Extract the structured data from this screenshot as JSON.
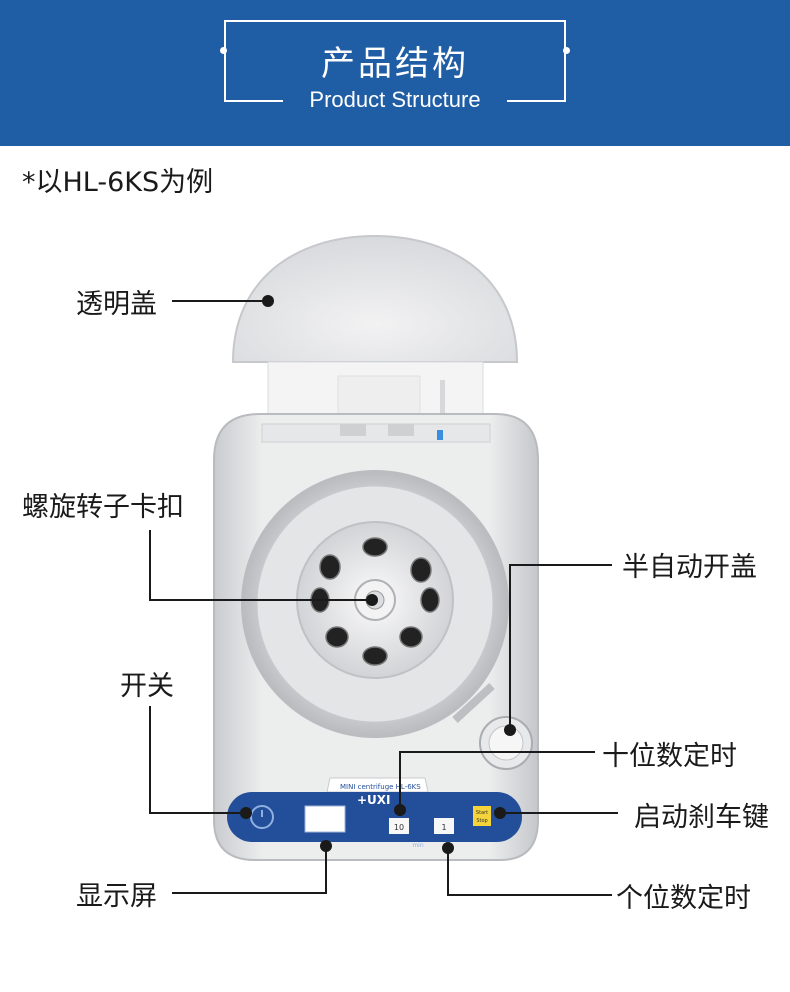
{
  "header": {
    "title_cn": "产品结构",
    "title_en": "Product Structure"
  },
  "note": "*以HL-6KS为例",
  "device": {
    "brand": "+UXI",
    "model_text": "MINI centrifuge  HL-6KS",
    "button_start": "Start",
    "button_stop": "Stop",
    "timer_tens": "10",
    "timer_ones": "1",
    "timer_unit": "min"
  },
  "callouts": {
    "transparent_lid": "透明盖",
    "rotor_clip": "螺旋转子卡扣",
    "semi_auto_open": "半自动开盖",
    "power_switch": "开关",
    "tens_timer": "十位数定时",
    "start_brake": "启动刹车键",
    "display": "显示屏",
    "ones_timer": "个位数定时"
  },
  "colors": {
    "banner": "#1f5da5",
    "panel": "#234f9a",
    "body": "#dedfe2"
  }
}
